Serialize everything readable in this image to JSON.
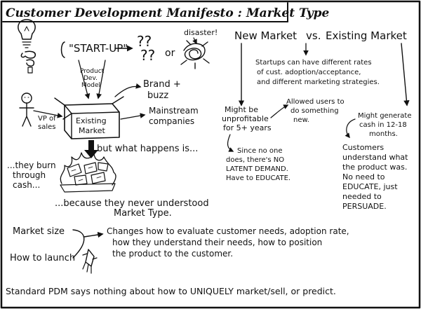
{
  "title": "Customer Development Manifesto : Market Type",
  "left": {
    "startup": "\"START-UP\"",
    "question_marks": "??",
    "question_marks_2": "??",
    "or": "or",
    "disaster": "disaster!",
    "product_dev_model": [
      "Product",
      "Dev.",
      "Model"
    ],
    "brand_buzz": [
      "Brand +",
      "buzz"
    ],
    "box_label": [
      "Existing",
      "Market"
    ],
    "mainstream": [
      "Mainstream",
      "companies"
    ],
    "vp_sales": [
      "VP of",
      "sales"
    ],
    "but_what": "but what happens is...",
    "burn_cash": [
      "...they burn",
      "through",
      "cash..."
    ],
    "because": [
      "...because they never understood",
      "Market Type."
    ]
  },
  "right": {
    "new_market": "New Market",
    "vs": "vs.",
    "existing_market": "Existing Market",
    "startups_note": [
      "Startups can have different rates",
      "of cust. adoption/acceptance,",
      "and different marketing strategies."
    ],
    "might_be_unprofitable": [
      "Might be",
      "unprofitable",
      "for 5+ years"
    ],
    "allowed_users": [
      "Allowed users to",
      "do something",
      "new."
    ],
    "since_no_one": [
      "Since no one",
      "does, there's NO",
      "LATENT DEMAND.",
      "Have to EDUCATE."
    ],
    "might_generate": [
      "Might generate",
      "cash in 12-18",
      "months."
    ],
    "customers_understand": [
      "Customers",
      "understand what",
      "the product was.",
      "No need to",
      "EDUCATE, just",
      "needed to",
      "PERSUADE."
    ]
  },
  "bottom": {
    "market_size": "Market size",
    "how_to_launch": "How to launch",
    "changes": [
      "Changes how to evaluate customer needs, adoption rate,",
      "how they understand their needs, how to position",
      "the product to the customer."
    ],
    "footer": "Standard PDM says nothing about how to UNIQUELY market/sell, or predict."
  },
  "icons": [
    "lightbulb-icon",
    "lightbulb-icon",
    "scribble-disaster-icon",
    "box-icon",
    "stick-figure-icon",
    "burning-money-icon",
    "rocket-icon",
    "arrow-icon"
  ],
  "colors": {
    "ink": "#111111",
    "paper": "#ffffff"
  }
}
